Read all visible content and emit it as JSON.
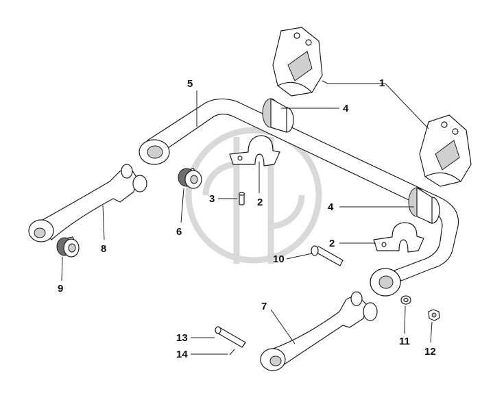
{
  "callouts": [
    {
      "id": "label-1",
      "text": "1"
    },
    {
      "id": "label-2a",
      "text": "2"
    },
    {
      "id": "label-2b",
      "text": "2"
    },
    {
      "id": "label-3",
      "text": "3"
    },
    {
      "id": "label-4a",
      "text": "4"
    },
    {
      "id": "label-4b",
      "text": "4"
    },
    {
      "id": "label-5",
      "text": "5"
    },
    {
      "id": "label-6",
      "text": "6"
    },
    {
      "id": "label-7",
      "text": "7"
    },
    {
      "id": "label-8",
      "text": "8"
    },
    {
      "id": "label-9",
      "text": "9"
    },
    {
      "id": "label-10",
      "text": "10"
    },
    {
      "id": "label-11",
      "text": "11"
    },
    {
      "id": "label-12",
      "text": "12"
    },
    {
      "id": "label-13",
      "text": "13"
    },
    {
      "id": "label-14",
      "text": "14"
    }
  ],
  "colors": {
    "line": "#1a1a1a",
    "watermark": "#d9d9d9",
    "background": "#ffffff"
  }
}
